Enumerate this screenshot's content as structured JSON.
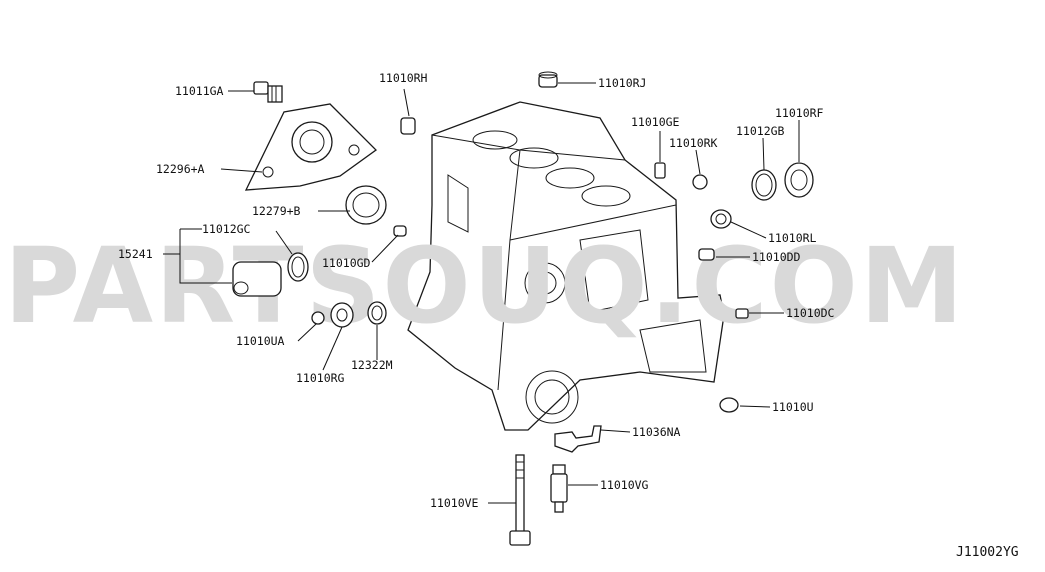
{
  "watermark": "PARTSOUQ.COM",
  "diagram_code": "J11002YG",
  "labels": {
    "11011GA": "11011GA",
    "11010RH": "11010RH",
    "11010RJ": "11010RJ",
    "11010GE": "11010GE",
    "11010RK": "11010RK",
    "11012GB": "11012GB",
    "11010RF": "11010RF",
    "12296A": "12296+A",
    "12279B": "12279+B",
    "11012GC": "11012GC",
    "15241": "15241",
    "11010GD": "11010GD",
    "11010RL": "11010RL",
    "11010DD": "11010DD",
    "11010DC": "11010DC",
    "11010UA": "11010UA",
    "11010RG": "11010RG",
    "12322M": "12322M",
    "11010U": "11010U",
    "11036NA": "11036NA",
    "11010VE": "11010VE",
    "11010VG": "11010VG"
  }
}
